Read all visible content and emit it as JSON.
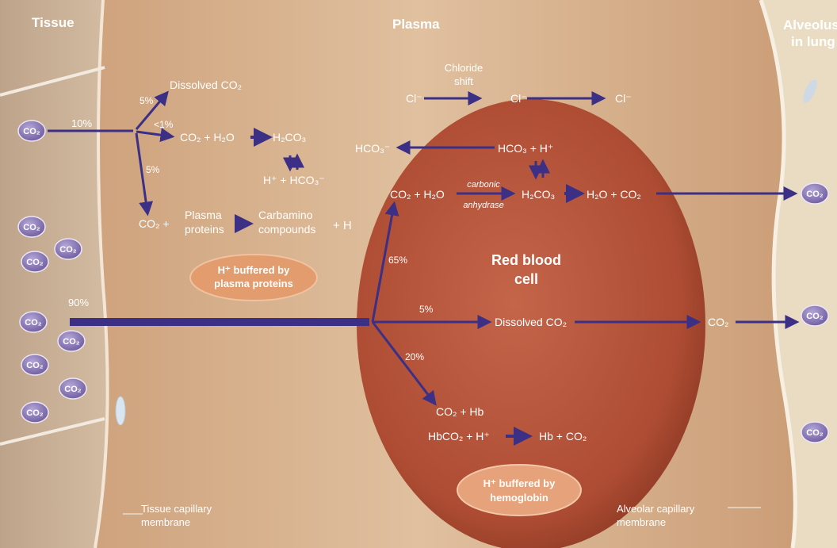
{
  "headers": {
    "tissue": "Tissue",
    "plasma": "Plasma",
    "alveolus_line1": "Alveolus",
    "alveolus_line2": "in lung"
  },
  "labels": {
    "tissue_membrane_1": "Tissue capillary",
    "tissue_membrane_2": "membrane",
    "alveolar_membrane_1": "Alveolar capillary",
    "alveolar_membrane_2": "membrane",
    "rbc_1": "Red blood",
    "rbc_2": "cell",
    "chloride_shift_1": "Chloride",
    "chloride_shift_2": "shift",
    "plasma_buffer_1": "H⁺ buffered by",
    "plasma_buffer_2": "plasma proteins",
    "hb_buffer_1": "H⁺ buffered by",
    "hb_buffer_2": "hemoglobin",
    "carbonic_1": "carbonic",
    "carbonic_2": "anhydrase"
  },
  "percentages": {
    "p10": "10%",
    "p90": "90%",
    "p5_dissolved": "5%",
    "p_lt1": "<1%",
    "p5_protein": "5%",
    "p65": "65%",
    "p5_rbc": "5%",
    "p20": "20%"
  },
  "equations": {
    "dissolved_co2_plasma": "Dissolved CO₂",
    "co2_h2o_plasma": "CO₂ + H₂O",
    "h2co3_plasma": "H₂CO₃",
    "h_hco3_plasma": "H⁺ + HCO₃⁻",
    "co2_plus": "CO₂ +",
    "plasma_proteins_1": "Plasma",
    "plasma_proteins_2": "proteins",
    "carbamino_1": "Carbamino",
    "carbamino_2": "compounds",
    "plus_h": "+ H",
    "cl_1": "Cl⁻",
    "cl_2": "Cl⁻",
    "cl_3": "Cl⁻",
    "hco3_plasma": "HCO₃⁻",
    "hco3_h_rbc": "HCO₃ + H⁺",
    "co2_h2o_rbc": "CO₂ + H₂O",
    "h2co3_rbc": "H₂CO₃",
    "h2o_co2_rbc": "H₂O + CO₂",
    "dissolved_co2_rbc": "Dissolved CO₂",
    "co2_plasma_right": "CO₂",
    "co2_hb": "CO₂ + Hb",
    "hbco2_h": "HbCO₂ + H⁺",
    "hb_co2": "Hb + CO₂"
  },
  "molecule_label": "CO₂",
  "colors": {
    "arrow": "#3b2f86",
    "rbc": "#b5553a",
    "plasma": "#d9b28c",
    "tissue": "#c9ad93",
    "alveolus": "#e9dcc3",
    "molecule": "#8d7bb8",
    "buffer_bubble": "#e29b6d"
  }
}
